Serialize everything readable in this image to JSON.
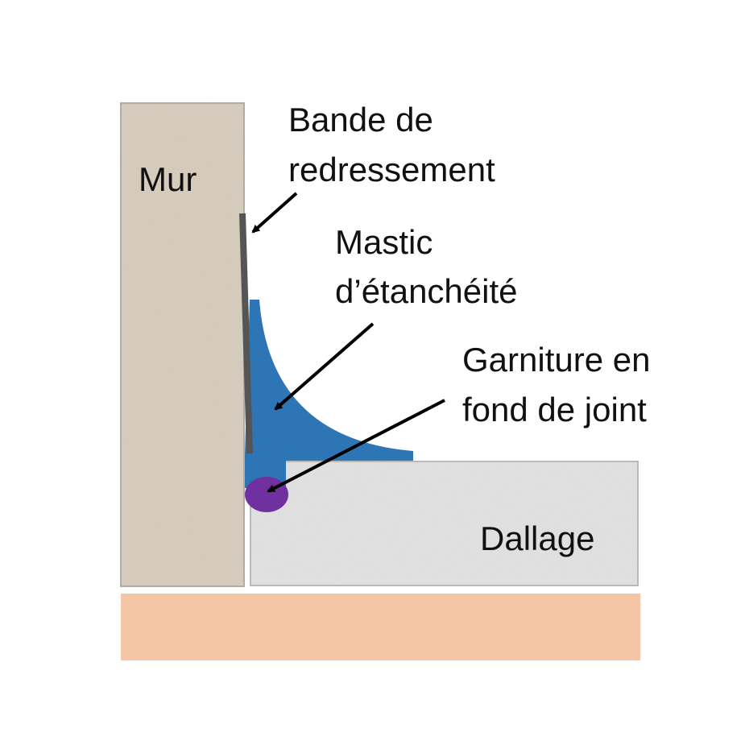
{
  "labels": {
    "wall": "Mur",
    "strip_line1": "Bande de",
    "strip_line2": "redressement",
    "mastic_line1": "Mastic",
    "mastic_line2": "d’étanchéité",
    "backer_line1": "Garniture en",
    "backer_line2": "fond de joint",
    "slab": "Dallage"
  },
  "colors": {
    "wall": "#d9cfbf",
    "slab": "#e4e4e4",
    "base": "#f5c6a5",
    "mastic": "#2e75b6",
    "backer": "#7030a0",
    "strip": "#555555"
  }
}
